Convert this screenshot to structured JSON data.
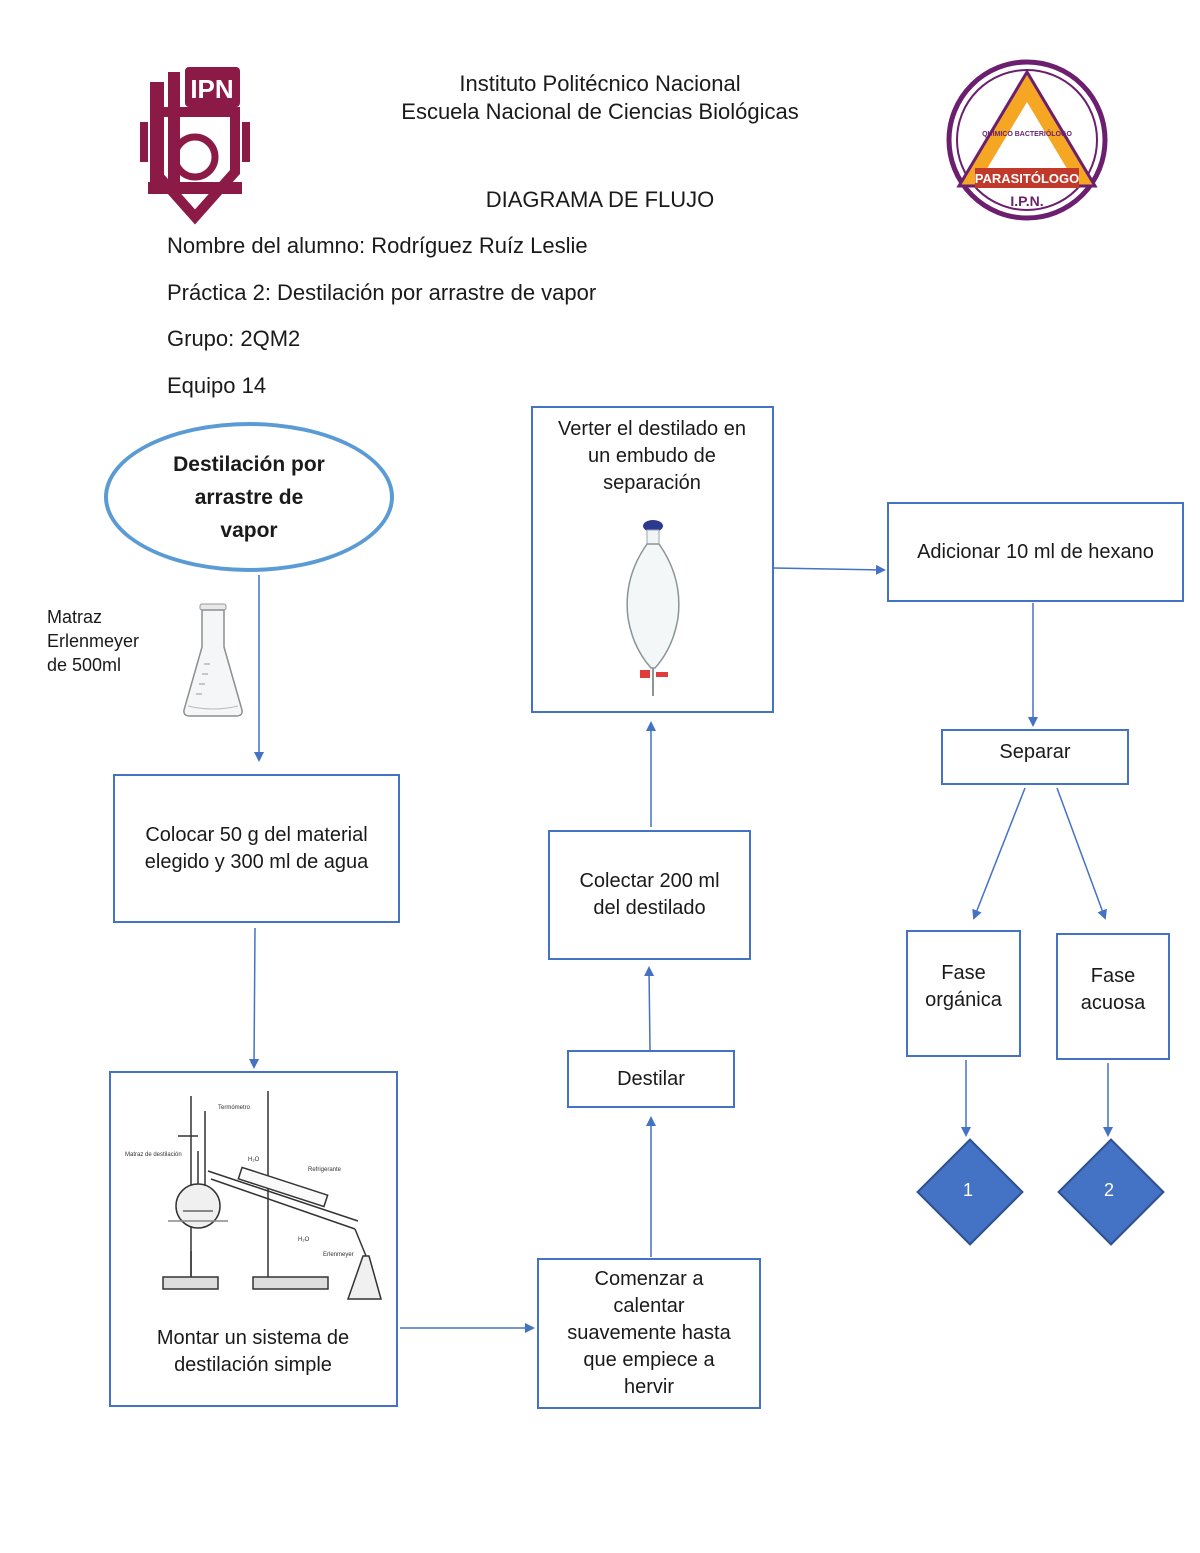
{
  "header": {
    "institution": "Instituto Politécnico Nacional",
    "school": "Escuela Nacional de Ciencias Biológicas",
    "title": "DIAGRAMA DE FLUJO",
    "student": "Nombre del alumno: Rodríguez Ruíz Leslie",
    "practice": "Práctica 2: Destilación por arrastre de vapor",
    "group": "Grupo: 2QM2",
    "team": "Equipo 14"
  },
  "logos": {
    "left": {
      "text": "IPN",
      "color": "#8b1a47"
    },
    "right": {
      "arc_text": "QUÍMICO BACTERIÓLOGO",
      "banner": "PARASITÓLOGO",
      "bottom": "I.P.N.",
      "colors": {
        "ring": "#6b1f6e",
        "fill": "#f5a623",
        "banner": "#c0392b"
      }
    }
  },
  "flow": {
    "start": "Destilación por\narrastre de\nvapor",
    "flask_label": "Matraz\nErlenmeyer\nde 500ml",
    "step1": "Colocar 50 g del material\nelegido y 300 ml de agua",
    "step2": "Montar un sistema de\ndestilación simple",
    "step3": "Comenzar a\ncalentar\nsuavemente hasta\nque empiece a\nhervir",
    "step4": "Destilar",
    "step5": "Colectar 200 ml\ndel destilado",
    "step6": "Verter el destilado en\nun embudo de\nseparación",
    "step7": "Adicionar 10 ml de hexano",
    "step8": "Separar",
    "phase_org": "Fase\norgánica",
    "phase_aq": "Fase\nacuosa",
    "end1": "1",
    "end2": "2"
  },
  "apparatus_labels": {
    "thermometer": "Termómetro",
    "flask": "Matraz\nde destilación",
    "condenser": "Refrigerante",
    "water_in": "H₂O",
    "water_out": "H₂O",
    "receiver": "Erlenmeyer"
  },
  "colors": {
    "arrow": "#4472c4",
    "box_border": "#4472c4",
    "diamond": "#4472c4",
    "oval_border": "#5b9bd5"
  }
}
